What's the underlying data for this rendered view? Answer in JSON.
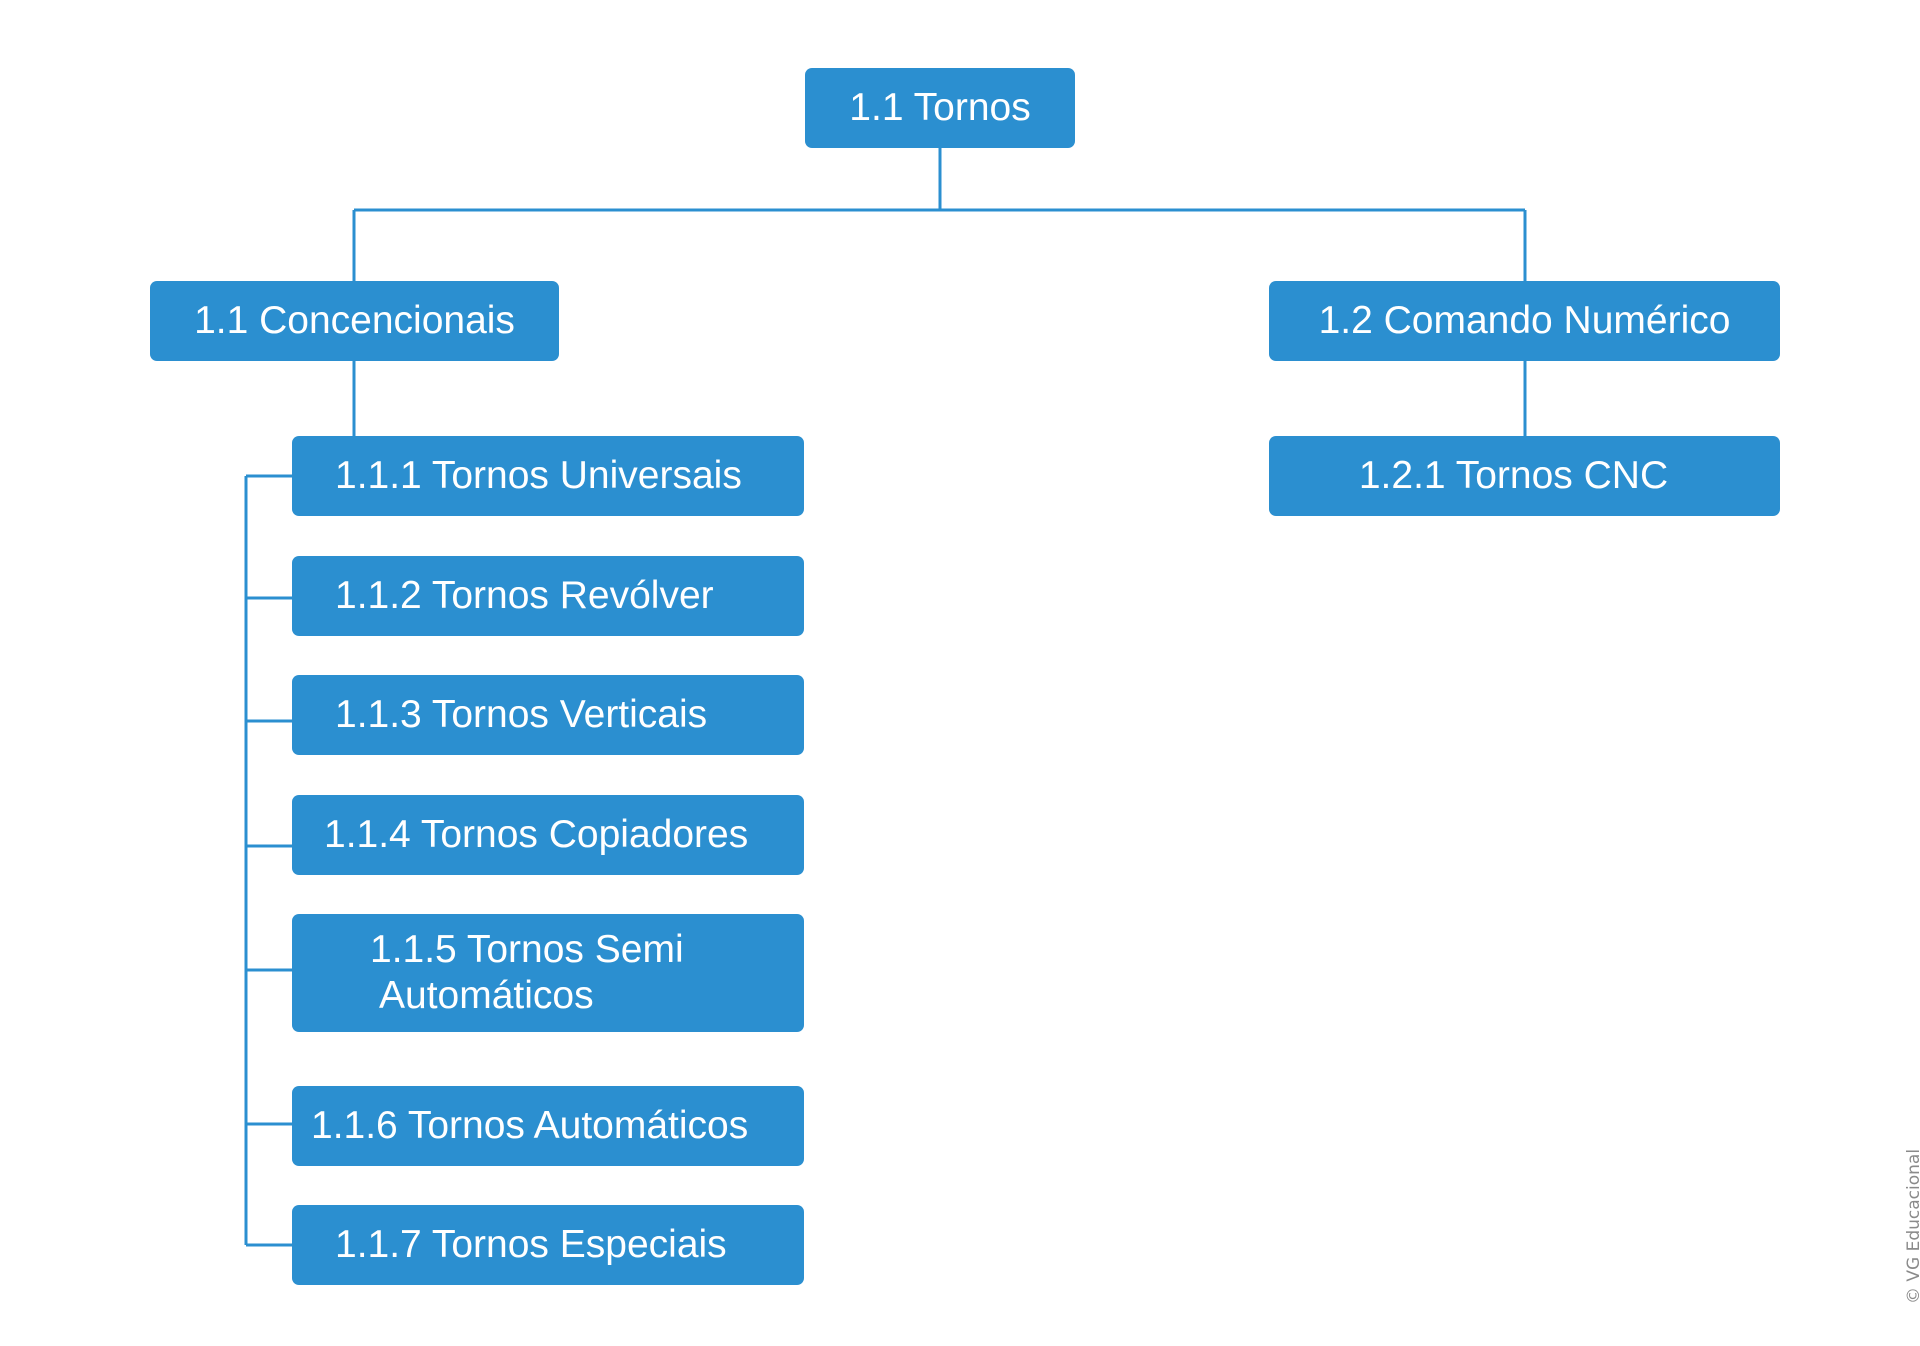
{
  "diagram": {
    "colors": {
      "box_fill": "#2b8fd0",
      "box_text": "#ffffff",
      "connector": "#2b8fd0"
    },
    "root": {
      "label": "1.1 Tornos"
    },
    "branches": [
      {
        "label": "1.1 Concencionais"
      },
      {
        "label": "1.2 Comando Numérico"
      }
    ],
    "convencionais_children": [
      {
        "label": "1.1.1 Tornos Universais"
      },
      {
        "label": "1.1.2 Tornos Revólver"
      },
      {
        "label": "1.1.3 Tornos Verticais"
      },
      {
        "label": "1.1.4 Tornos Copiadores"
      },
      {
        "label_line1": "1.1.5 Tornos Semi",
        "label_line2": "Automáticos"
      },
      {
        "label": "1.1.6 Tornos Automáticos"
      },
      {
        "label": "1.1.7 Tornos Especiais"
      }
    ],
    "cnc_children": [
      {
        "label": "1.2.1 Tornos CNC"
      }
    ],
    "copyright": "© VG Educacional"
  }
}
